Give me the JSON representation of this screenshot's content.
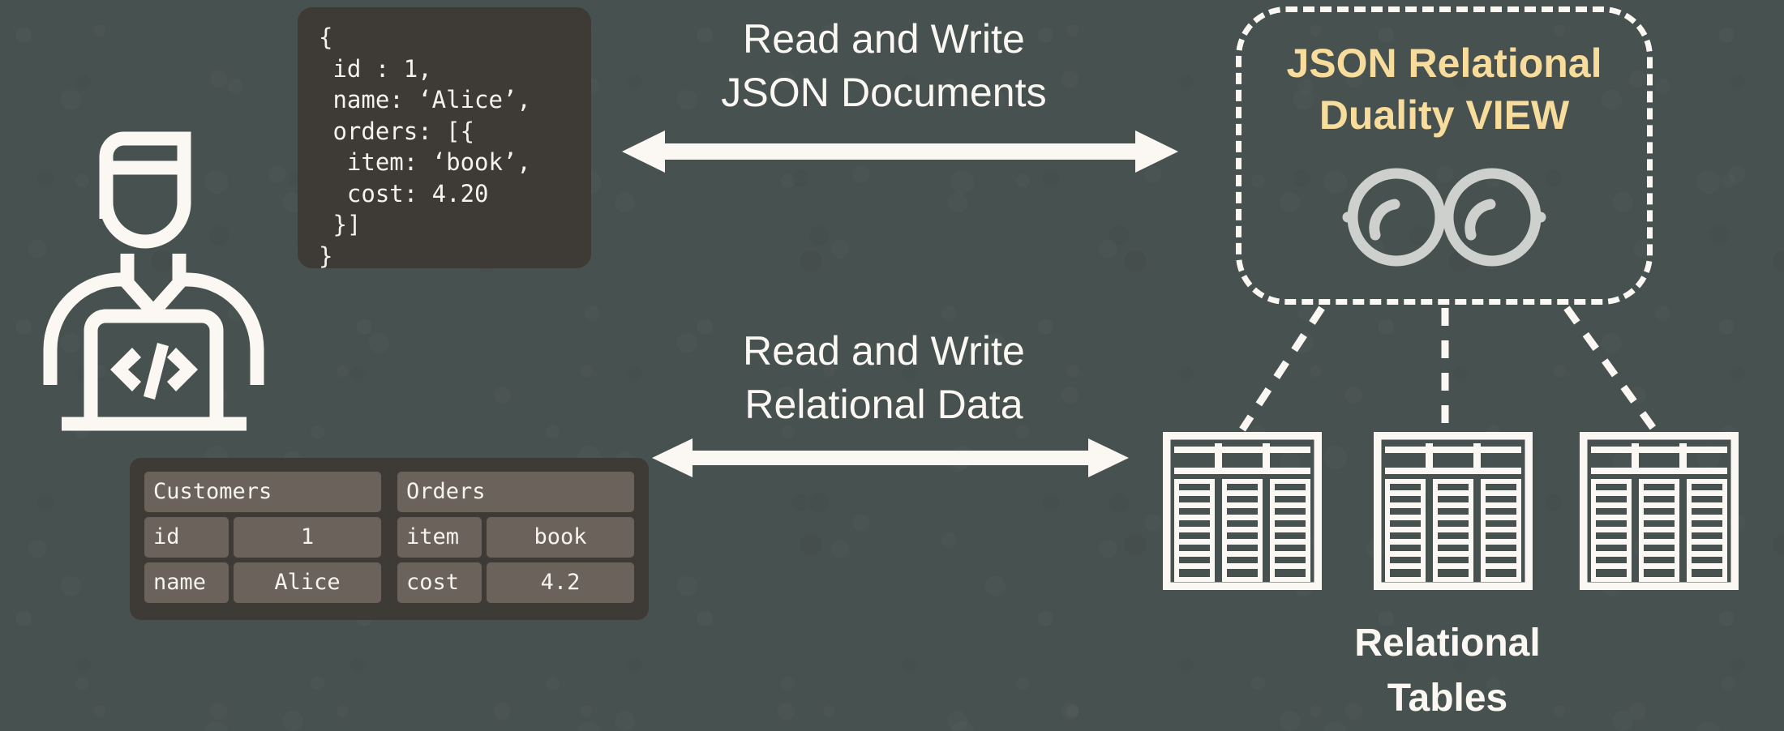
{
  "background_color": "#47514f",
  "colors": {
    "background": "#47514f",
    "card_dark": "#3e3a36",
    "cell": "#6b625c",
    "white": "#fbf8f3",
    "accent_yellow": "#f7dc9c",
    "glasses_gray": "#ced0cd"
  },
  "actor": {
    "icon": "developer-at-laptop-icon",
    "code_glyph": "</>"
  },
  "json_document": {
    "title": "json-document-card",
    "code": "{\n id : 1,\n name: ‘Alice’,\n orders: [{\n  item: ‘book’,\n  cost: 4.20\n }]\n}"
  },
  "arrows": {
    "top": {
      "label": "Read and Write\nJSON Documents",
      "direction": "bidirectional"
    },
    "bottom": {
      "label": "Read and Write\nRelational Data",
      "direction": "bidirectional"
    }
  },
  "duality_view": {
    "title": "JSON Relational\nDuality VIEW",
    "icon": "glasses-icon",
    "border_style": "dashed"
  },
  "relational_tables": {
    "label": "Relational\nTables",
    "icon": "table-grid-icon",
    "count": 3,
    "columns_per_icon": 3,
    "rows_per_icon": 8
  },
  "relational_data": {
    "tables": [
      {
        "name": "Customers",
        "rows": [
          {
            "key": "id",
            "value": "1"
          },
          {
            "key": "name",
            "value": "Alice"
          }
        ]
      },
      {
        "name": "Orders",
        "rows": [
          {
            "key": "item",
            "value": "book"
          },
          {
            "key": "cost",
            "value": "4.2"
          }
        ]
      }
    ]
  }
}
